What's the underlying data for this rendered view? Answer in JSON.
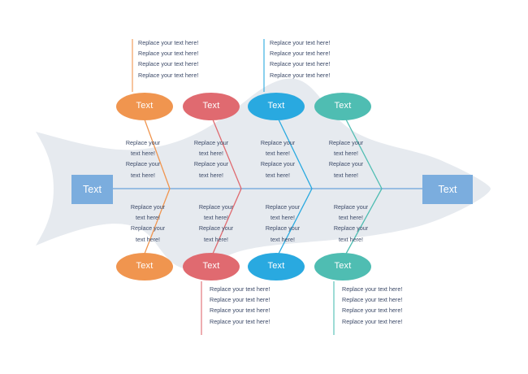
{
  "diagram": {
    "type": "fishbone-ishikawa",
    "title": "",
    "colors": {
      "body": "#e6eaef",
      "spine": "#7eaedd",
      "endbox": "#7badde",
      "text": "#3c4a68",
      "orange": "#f0954f",
      "red": "#e06a70",
      "blue": "#29a9e0",
      "teal": "#4fbdb2"
    },
    "placeholder": "Replace your text here!",
    "head_label": "Text",
    "tail_label": "Text",
    "branches": [
      {
        "id": "branch-1-top",
        "color_name": "orange",
        "color": "#f0954f",
        "position": "top",
        "node_label": "Text",
        "outer_lines": [
          "Replace your text here!",
          "Replace your text here!",
          "Replace your text here!",
          "Replace your text here!"
        ],
        "inner_lines": [
          "Replace your",
          "text here!",
          "Replace your",
          "text here!"
        ]
      },
      {
        "id": "branch-2-top",
        "color_name": "red",
        "color": "#e06a70",
        "position": "top",
        "node_label": "Text",
        "outer_lines": [],
        "inner_lines": [
          "Replace your",
          "text here!",
          "Replace your",
          "text here!"
        ]
      },
      {
        "id": "branch-3-top",
        "color_name": "blue",
        "color": "#29a9e0",
        "position": "top",
        "node_label": "Text",
        "outer_lines": [
          "Replace your text here!",
          "Replace your text here!",
          "Replace your text here!",
          "Replace your text here!"
        ],
        "inner_lines": [
          "Replace your",
          "text here!",
          "Replace your",
          "text here!"
        ]
      },
      {
        "id": "branch-4-top",
        "color_name": "teal",
        "color": "#4fbdb2",
        "position": "top",
        "node_label": "Text",
        "outer_lines": [],
        "inner_lines": [
          "Replace your",
          "text here!",
          "Replace your",
          "text here!"
        ]
      },
      {
        "id": "branch-1-bottom",
        "color_name": "orange",
        "color": "#f0954f",
        "position": "bottom",
        "node_label": "Text",
        "outer_lines": [],
        "inner_lines": [
          "Replace your",
          "text here!",
          "Replace your",
          "text here!"
        ]
      },
      {
        "id": "branch-2-bottom",
        "color_name": "red",
        "color": "#e06a70",
        "position": "bottom",
        "node_label": "Text",
        "outer_lines": [
          "Replace your text here!",
          "Replace your text here!",
          "Replace your text here!",
          "Replace your text here!"
        ],
        "inner_lines": [
          "Replace your",
          "text here!",
          "Replace your",
          "text here!"
        ]
      },
      {
        "id": "branch-3-bottom",
        "color_name": "blue",
        "color": "#29a9e0",
        "position": "bottom",
        "node_label": "Text",
        "outer_lines": [],
        "inner_lines": [
          "Replace your",
          "text here!",
          "Replace your",
          "text here!"
        ]
      },
      {
        "id": "branch-4-bottom",
        "color_name": "teal",
        "color": "#4fbdb2",
        "position": "bottom",
        "node_label": "Text",
        "outer_lines": [
          "Replace your text here!",
          "Replace your text here!",
          "Replace your text here!",
          "Replace your text here!"
        ],
        "inner_lines": [
          "Replace your",
          "text here!",
          "Replace your",
          "text here!"
        ]
      }
    ]
  }
}
